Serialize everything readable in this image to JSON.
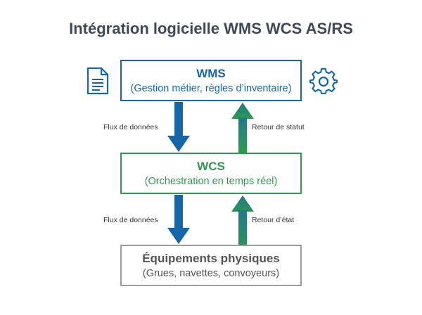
{
  "title": "Intégration logicielle WMS WCS AS/RS",
  "colors": {
    "wms": "#1565a8",
    "wcs": "#2e9a4e",
    "equipment": "#9e9e9e",
    "arrow_down": "#1565a8",
    "arrow_up_top": "#2e8f63",
    "arrow_up_bottom": "#2e8f63"
  },
  "boxes": {
    "wms": {
      "name": "WMS",
      "subtitle": "(Gestion métier, règles d’inventaire)"
    },
    "wcs": {
      "name": "WCS",
      "subtitle": "(Orchestration en temps réel)"
    },
    "equipment": {
      "name": "Équipements physiques",
      "subtitle": "(Grues, navettes, convoyeurs)"
    }
  },
  "arrows": {
    "wms_to_wcs": "Flux de données",
    "wcs_to_wms": "Retour de statut",
    "wcs_to_equipment": "Flux de données",
    "equipment_to_wcs": "Retour d’état"
  },
  "icons": {
    "left": "document-icon",
    "right": "gear-icon"
  }
}
